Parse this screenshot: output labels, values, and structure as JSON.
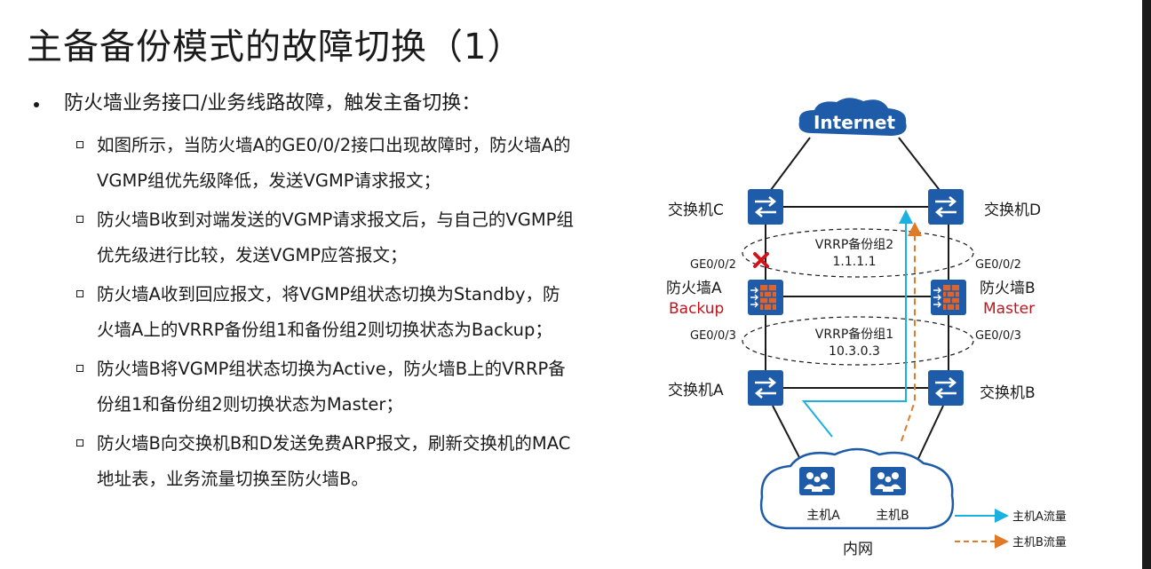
{
  "title": "主备备份模式的故障切换（1）",
  "bullet": {
    "text": "防火墙业务接口/业务线路故障，触发主备切换：",
    "subs": [
      "如图所示，当防火墙A的GE0/0/2接口出现故障时，防火墙A的VGMP组优先级降低，发送VGMP请求报文；",
      "防火墙B收到对端发送的VGMP请求报文后，与自己的VGMP组优先级进行比较，发送VGMP应答报文；",
      "防火墙A收到回应报文，将VGMP组状态切换为Standby，防火墙A上的VRRP备份组1和备份组2则切换状态为Backup；",
      "防火墙B将VGMP组状态切换为Active，防火墙B上的VRRP备份组1和备份组2则切换状态为Master；",
      "防火墙B向交换机B和D发送免费ARP报文，刷新交换机的MAC地址表，业务流量切换至防火墙B。"
    ]
  },
  "diagram": {
    "internet": "Internet",
    "switch_c": "交换机C",
    "switch_d": "交换机D",
    "switch_a": "交换机A",
    "switch_b": "交换机B",
    "fw_a": "防火墙A",
    "fw_a_state": "Backup",
    "fw_b": "防火墙B",
    "fw_b_state": "Master",
    "if_a_up": "GE0/0/2",
    "if_b_up": "GE0/0/2",
    "if_a_down": "GE0/0/3",
    "if_b_down": "GE0/0/3",
    "vrrp2_name": "VRRP备份组2",
    "vrrp2_ip": "1.1.1.1",
    "vrrp1_name": "VRRP备份组1",
    "vrrp1_ip": "10.3.0.3",
    "host_a": "主机A",
    "host_b": "主机B",
    "intranet": "内网",
    "legend_a": "主机A流量",
    "legend_b": "主机B流量",
    "colors": {
      "device": "#1e5ba8",
      "traffic_a": "#1ab0e0",
      "traffic_b": "#e07a26",
      "state": "#c0141c",
      "fault": "#d0141c"
    }
  }
}
